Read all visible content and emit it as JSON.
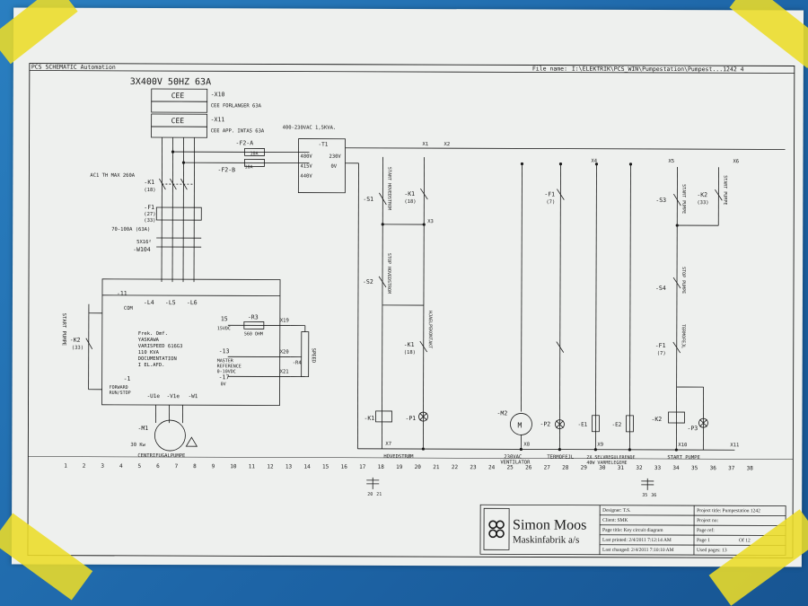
{
  "header": {
    "left": "PCS SCHEMATIC Automation",
    "file_label": "File name:",
    "file_path": "I:\\ELEKTRIK\\PCS_WIN\\Pumpestation\\Pumpest...1242 4"
  },
  "supply": "3X400V 50HZ 63A",
  "x10": {
    "box": "CEE",
    "ref": "-X10",
    "desc": "CEE FORLANGER 63A"
  },
  "x11": {
    "box": "CEE",
    "ref": "-X11",
    "desc": "CEE APP. INTAS 63A"
  },
  "k1_main": {
    "ref": "-K1",
    "sub": "(18)",
    "note": "AC1 TH MAX 260A"
  },
  "f1": {
    "ref": "-F1",
    "sub": "(27)",
    "sub2": "(33)",
    "range": "70-100A (63A)"
  },
  "cable": {
    "size": "5X16²",
    "ref": "-W104"
  },
  "fuse_f2": {
    "a": "-F2-A",
    "b": "-F2-B",
    "rating": "10A",
    "rating2": "10A"
  },
  "transformer": {
    "rating": "400-230VAC 1,5KVA.",
    "ref": "-T1",
    "in1": "480V",
    "in2": "415V",
    "in3": "440V",
    "out1": "230V",
    "out2": "0V"
  },
  "vfd": {
    "lines": [
      "Frek. Omf.",
      "YASKAWA",
      "VARISPEED 616G3",
      "110 KVA",
      "DOCUMENTATION",
      "I EL.AFD."
    ],
    "terms_top": [
      "-11",
      "COM",
      "-L4",
      "-L5",
      "-L6"
    ],
    "t15": "15",
    "t15v": "15VDC",
    "t13": "-13",
    "master": [
      "MASTER",
      "REFERENCE",
      "0-10VDC"
    ],
    "t17": "-17",
    "t17v": "0V",
    "t1": "-1",
    "forward": [
      "FORWARD",
      "RUN/STOP"
    ],
    "uvw": [
      "-U1e",
      "-V1e",
      "-W1"
    ],
    "r3": "-R3",
    "r3val": "560 OHM",
    "x19": "X19",
    "x20": "X20",
    "x21": "X21",
    "speed": "SPEED",
    "r4": "-R4"
  },
  "k2_left": {
    "ref": "-K2",
    "sub": "(33)",
    "label": "START PUMPE"
  },
  "motor": {
    "ref": "-M1",
    "power": "30 Kw",
    "name": "CENTRIFUGALPUMPE"
  },
  "ctrl": {
    "x1": "X1",
    "x2": "X2",
    "x3": "X3",
    "x4": "X4",
    "x5": "X5",
    "x6": "X6",
    "x7": "X7",
    "x8": "X8",
    "x9": "X9",
    "x10": "X10",
    "x11": "X11",
    "s1": "-S1",
    "s1_label": "START HOVEDSTROM",
    "k1a": "-K1",
    "k1a_sub": "(18)",
    "s2": "-S2",
    "s2_label": "STOP HOVEDSTROM",
    "k1b": "-K1",
    "k1b_sub": "(18)",
    "k1b_label": "HJAELPEKONTAKT",
    "k1coil": "-K1",
    "p1": "-P1",
    "hoved": "HOVEDSTRØM",
    "m2": "-M2",
    "m2_glyph": "M",
    "m2_label": [
      "230VAC",
      "VENTILATOR"
    ],
    "p2": "-P2",
    "termofejl": "TERMOFEJL",
    "f1a": "-F1",
    "f1a_sub": "(7)",
    "e1": "-E1",
    "e2": "-E2",
    "heater": [
      "2X SELVREGULERENDE",
      "40W VARMELEGEME"
    ],
    "s3": "-S3",
    "s3_label": "START PUMPE",
    "k2a": "-K2",
    "k2a_sub": "(33)",
    "k2a_label": "START PUMPE",
    "s4": "-S4",
    "s4_label": "STOP PUMPE",
    "f1b": "-F1",
    "f1b_sub": "(7)",
    "f1b_label": "TERMOFEJL",
    "k2coil": "-K2",
    "p3": "-P3",
    "startpumpe": "START PUMPE"
  },
  "columns": [
    "1",
    "2",
    "3",
    "4",
    "5",
    "6",
    "7",
    "8",
    "9",
    "10",
    "11",
    "12",
    "13",
    "14",
    "15",
    "16",
    "17",
    "18",
    "19",
    "20",
    "21",
    "22",
    "23",
    "24",
    "25",
    "26",
    "27",
    "28",
    "29",
    "30",
    "31",
    "32",
    "33",
    "34",
    "35",
    "36",
    "37",
    "38"
  ],
  "xref1": [
    "20",
    "21"
  ],
  "xref2": [
    "35",
    "36"
  ],
  "company": {
    "line1": "Simon Moos",
    "line2": "Maskinfabrik a/s"
  },
  "title_block": {
    "designer": "Designer: T.S.",
    "client": "Client: SMK",
    "page_title": "Page title: Key circuit diagram",
    "printed": "Last printed: 2/4/2011 7:12:14 AM",
    "changed": "Last changed: 2/4/2011 7:10:10 AM",
    "project_title": "Project title: Pumpestation 1242",
    "project_no": "Project no:",
    "page_ref": "Page ref:",
    "page": "Page 1",
    "of": "Of 12",
    "used": "Used pages: 13"
  },
  "colors": {
    "paper": "#eef0ee",
    "ink": "#1a1a1a",
    "tape": "#ecdc28",
    "wall": "#1f6fb0"
  }
}
